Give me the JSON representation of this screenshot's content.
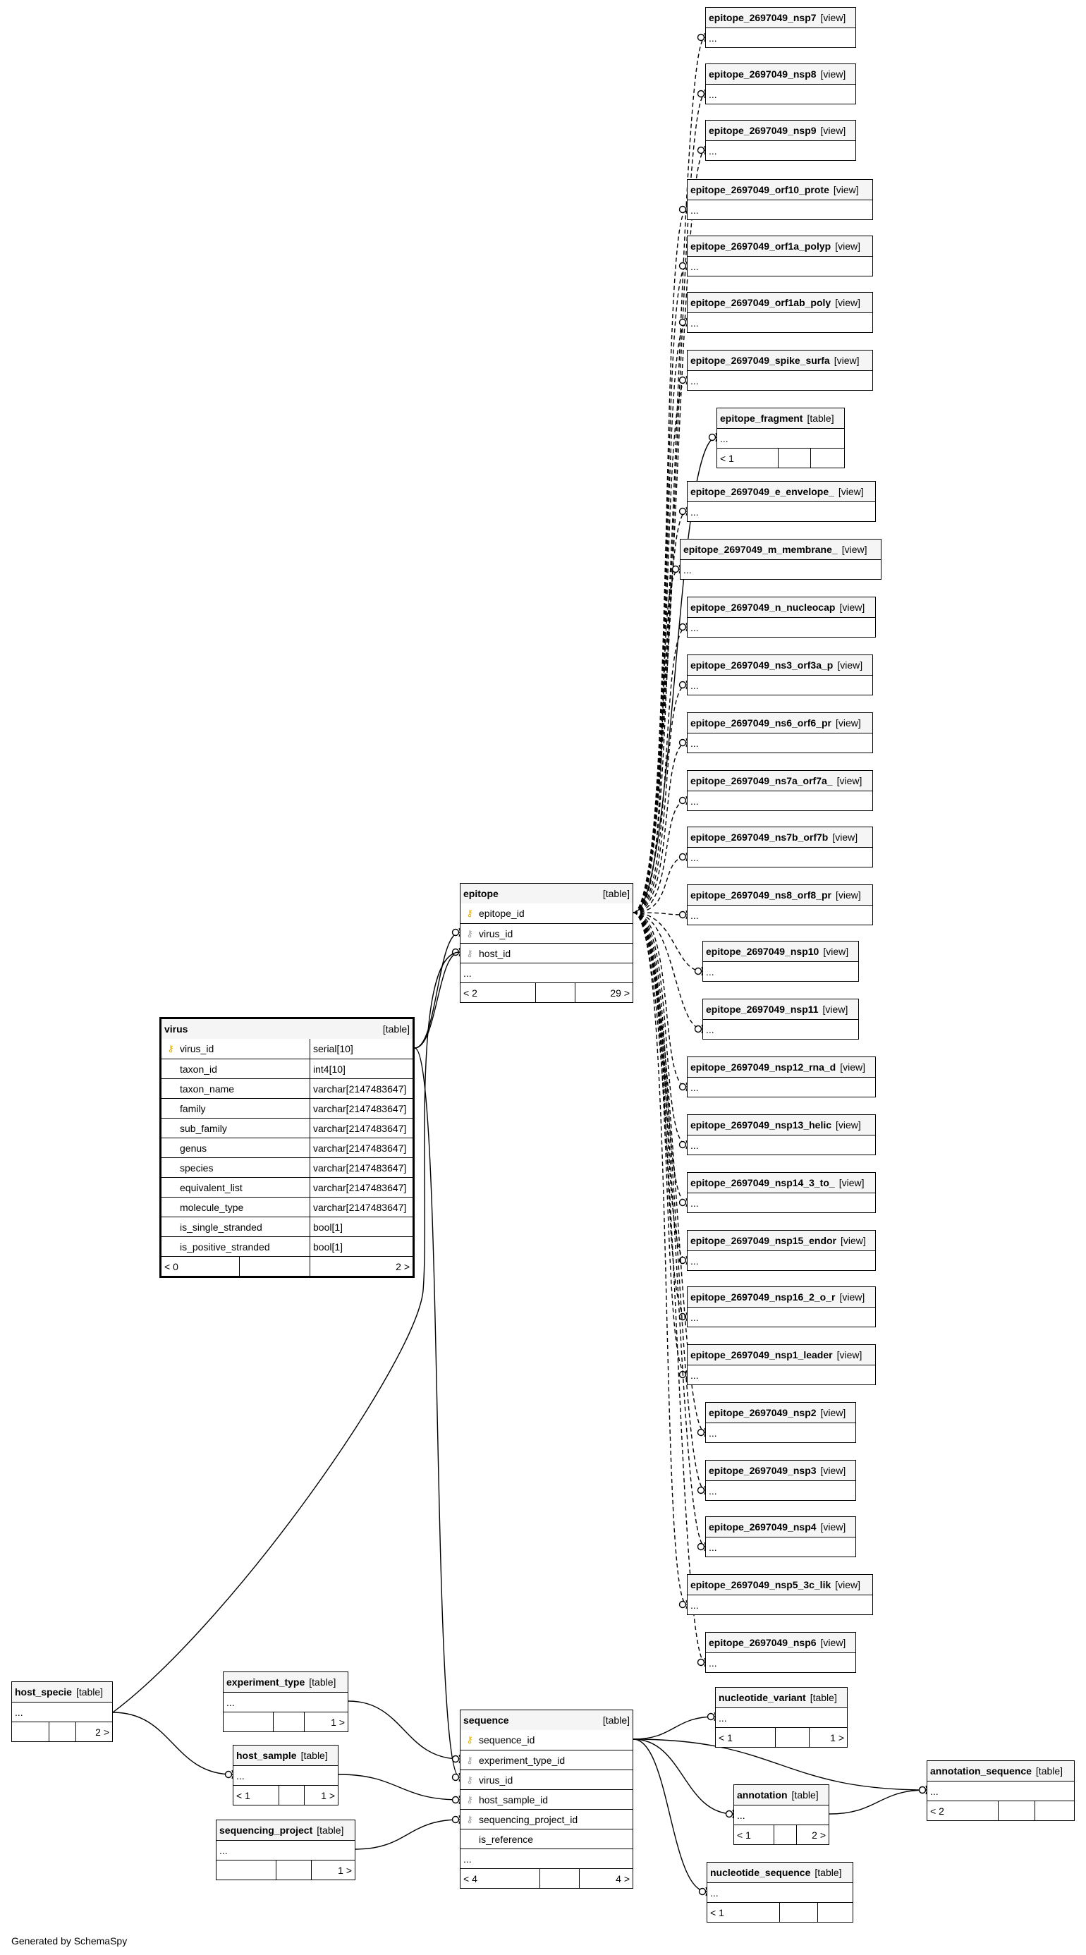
{
  "footer": "Generated by SchemaSpy",
  "tables": {
    "virus": {
      "name": "virus",
      "kind": "[table]",
      "columns": [
        {
          "key": "pk",
          "name": "virus_id",
          "type": "serial[10]"
        },
        {
          "key": "",
          "name": "taxon_id",
          "type": "int4[10]"
        },
        {
          "key": "",
          "name": "taxon_name",
          "type": "varchar[2147483647]"
        },
        {
          "key": "",
          "name": "family",
          "type": "varchar[2147483647]"
        },
        {
          "key": "",
          "name": "sub_family",
          "type": "varchar[2147483647]"
        },
        {
          "key": "",
          "name": "genus",
          "type": "varchar[2147483647]"
        },
        {
          "key": "",
          "name": "species",
          "type": "varchar[2147483647]"
        },
        {
          "key": "",
          "name": "equivalent_list",
          "type": "varchar[2147483647]"
        },
        {
          "key": "",
          "name": "molecule_type",
          "type": "varchar[2147483647]"
        },
        {
          "key": "",
          "name": "is_single_stranded",
          "type": "bool[1]"
        },
        {
          "key": "",
          "name": "is_positive_stranded",
          "type": "bool[1]"
        }
      ],
      "footer": [
        "< 0",
        "",
        "2 >"
      ]
    },
    "epitope": {
      "name": "epitope",
      "kind": "[table]",
      "columns": [
        {
          "key": "pk",
          "name": "epitope_id"
        },
        {
          "key": "fk",
          "name": "virus_id"
        },
        {
          "key": "fk",
          "name": "host_id"
        }
      ],
      "ellipsis": "...",
      "footer": [
        "< 2",
        "",
        "29 >"
      ]
    },
    "sequence": {
      "name": "sequence",
      "kind": "[table]",
      "columns": [
        {
          "key": "pk",
          "name": "sequence_id"
        },
        {
          "key": "fk",
          "name": "experiment_type_id"
        },
        {
          "key": "fk",
          "name": "virus_id"
        },
        {
          "key": "fk",
          "name": "host_sample_id"
        },
        {
          "key": "fk",
          "name": "sequencing_project_id"
        },
        {
          "key": "",
          "name": "is_reference"
        }
      ],
      "ellipsis": "...",
      "footer": [
        "< 4",
        "",
        "4 >"
      ]
    },
    "host_specie": {
      "name": "host_specie",
      "kind": "[table]",
      "ellipsis": "...",
      "footer": [
        "",
        "",
        "2 >"
      ]
    },
    "experiment_type": {
      "name": "experiment_type",
      "kind": "[table]",
      "ellipsis": "...",
      "footer": [
        "",
        "",
        "1 >"
      ]
    },
    "host_sample": {
      "name": "host_sample",
      "kind": "[table]",
      "ellipsis": "...",
      "footer": [
        "< 1",
        "",
        "1 >"
      ]
    },
    "sequencing_project": {
      "name": "sequencing_project",
      "kind": "[table]",
      "ellipsis": "...",
      "footer": [
        "",
        "",
        "1 >"
      ]
    },
    "nucleotide_variant": {
      "name": "nucleotide_variant",
      "kind": "[table]",
      "ellipsis": "...",
      "footer": [
        "< 1",
        "",
        "1 >"
      ]
    },
    "annotation": {
      "name": "annotation",
      "kind": "[table]",
      "ellipsis": "...",
      "footer": [
        "< 1",
        "",
        "2 >"
      ]
    },
    "annotation_sequence": {
      "name": "annotation_sequence",
      "kind": "[table]",
      "ellipsis": "...",
      "footer": [
        "< 2",
        "",
        ""
      ]
    },
    "nucleotide_sequence": {
      "name": "nucleotide_sequence",
      "kind": "[table]",
      "ellipsis": "...",
      "footer": [
        "< 1",
        "",
        ""
      ]
    },
    "epitope_fragment": {
      "name": "epitope_fragment",
      "kind": "[table]",
      "ellipsis": "...",
      "footer": [
        "< 1",
        "",
        ""
      ]
    }
  },
  "views": [
    {
      "name": "epitope_2697049_nsp7",
      "kind": "[view]",
      "ellipsis": "..."
    },
    {
      "name": "epitope_2697049_nsp8",
      "kind": "[view]",
      "ellipsis": "..."
    },
    {
      "name": "epitope_2697049_nsp9",
      "kind": "[view]",
      "ellipsis": "..."
    },
    {
      "name": "epitope_2697049_orf10_prote",
      "kind": "[view]",
      "ellipsis": "..."
    },
    {
      "name": "epitope_2697049_orf1a_polyp",
      "kind": "[view]",
      "ellipsis": "..."
    },
    {
      "name": "epitope_2697049_orf1ab_poly",
      "kind": "[view]",
      "ellipsis": "..."
    },
    {
      "name": "epitope_2697049_spike_surfa",
      "kind": "[view]",
      "ellipsis": "..."
    },
    {
      "name": "epitope_2697049_e_envelope_",
      "kind": "[view]",
      "ellipsis": "..."
    },
    {
      "name": "epitope_2697049_m_membrane_",
      "kind": "[view]",
      "ellipsis": "..."
    },
    {
      "name": "epitope_2697049_n_nucleocap",
      "kind": "[view]",
      "ellipsis": "..."
    },
    {
      "name": "epitope_2697049_ns3_orf3a_p",
      "kind": "[view]",
      "ellipsis": "..."
    },
    {
      "name": "epitope_2697049_ns6_orf6_pr",
      "kind": "[view]",
      "ellipsis": "..."
    },
    {
      "name": "epitope_2697049_ns7a_orf7a_",
      "kind": "[view]",
      "ellipsis": "..."
    },
    {
      "name": "epitope_2697049_ns7b_orf7b",
      "kind": "[view]",
      "ellipsis": "..."
    },
    {
      "name": "epitope_2697049_ns8_orf8_pr",
      "kind": "[view]",
      "ellipsis": "..."
    },
    {
      "name": "epitope_2697049_nsp10",
      "kind": "[view]",
      "ellipsis": "..."
    },
    {
      "name": "epitope_2697049_nsp11",
      "kind": "[view]",
      "ellipsis": "..."
    },
    {
      "name": "epitope_2697049_nsp12_rna_d",
      "kind": "[view]",
      "ellipsis": "..."
    },
    {
      "name": "epitope_2697049_nsp13_helic",
      "kind": "[view]",
      "ellipsis": "..."
    },
    {
      "name": "epitope_2697049_nsp14_3_to_",
      "kind": "[view]",
      "ellipsis": "..."
    },
    {
      "name": "epitope_2697049_nsp15_endor",
      "kind": "[view]",
      "ellipsis": "..."
    },
    {
      "name": "epitope_2697049_nsp16_2_o_r",
      "kind": "[view]",
      "ellipsis": "..."
    },
    {
      "name": "epitope_2697049_nsp1_leader",
      "kind": "[view]",
      "ellipsis": "..."
    },
    {
      "name": "epitope_2697049_nsp2",
      "kind": "[view]",
      "ellipsis": "..."
    },
    {
      "name": "epitope_2697049_nsp3",
      "kind": "[view]",
      "ellipsis": "..."
    },
    {
      "name": "epitope_2697049_nsp4",
      "kind": "[view]",
      "ellipsis": "..."
    },
    {
      "name": "epitope_2697049_nsp5_3c_lik",
      "kind": "[view]",
      "ellipsis": "..."
    },
    {
      "name": "epitope_2697049_nsp6",
      "kind": "[view]",
      "ellipsis": "..."
    }
  ]
}
